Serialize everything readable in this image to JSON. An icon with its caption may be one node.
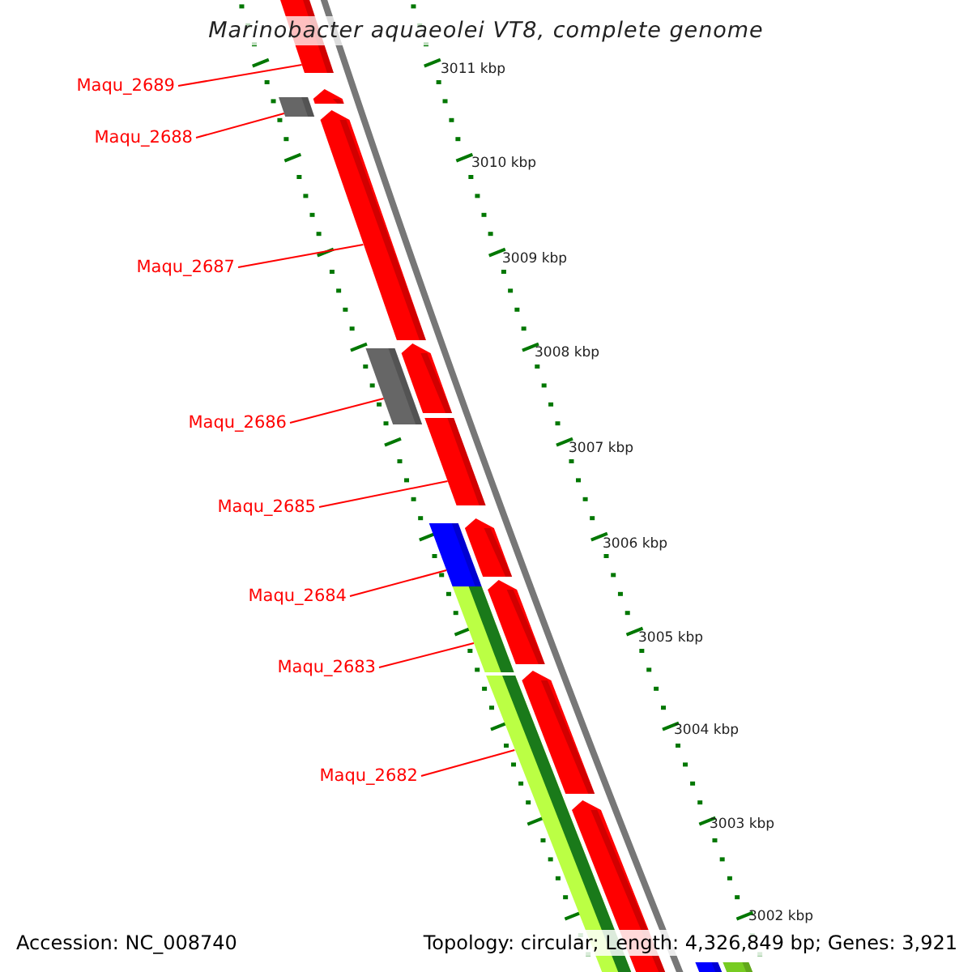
{
  "diagram": {
    "title": "Marinobacter aquaeolei VT8, complete genome",
    "nodes": [
      {
        "text": [
          "Maqu_2689"
        ]
      },
      {
        "text": [
          "Maqu_2688"
        ]
      },
      {
        "text": [
          "Maqu_2687"
        ]
      },
      {
        "text": [
          "Maqu_2686"
        ]
      },
      {
        "text": [
          "Maqu_2685"
        ]
      },
      {
        "text": [
          "Maqu_2684"
        ]
      },
      {
        "text": [
          "Maqu_2683"
        ]
      },
      {
        "text": [
          "Maqu_2682"
        ]
      },
      {
        "text": [],
        "shape": "bar"
      },
      {
        "text": [],
        "shape": "bar"
      },
      {
        "text": [],
        "shape": "bar"
      },
      {
        "text": [],
        "shape": "bar"
      },
      {
        "text": [],
        "shape": "bar"
      },
      {
        "text": [],
        "shape": "bar"
      },
      {
        "text": [],
        "shape": "bar"
      },
      {
        "text": [],
        "shape": "bar"
      }
    ],
    "edges": [
      {
        "from": 0,
        "to": 8,
        "arrow": "none"
      },
      {
        "from": 1,
        "to": 9,
        "arrow": "none"
      },
      {
        "from": 2,
        "to": 10,
        "arrow": "none"
      },
      {
        "from": 3,
        "to": 11,
        "arrow": "none"
      },
      {
        "from": 4,
        "to": 12,
        "arrow": "none"
      },
      {
        "from": 5,
        "to": 13,
        "arrow": "none"
      },
      {
        "from": 6,
        "to": 14,
        "arrow": "none"
      },
      {
        "from": 7,
        "to": 15,
        "arrow": "none"
      }
    ],
    "labels": [
      "3011 kbp",
      "3010 kbp",
      "3009 kbp",
      "3008 kbp",
      "3007 kbp",
      "3006 kbp",
      "3005 kbp",
      "3004 kbp",
      "3003 kbp",
      "3002 kbp",
      "Accession: NC_008740",
      "Topology: circular; Length: 4,326,849 bp; Genes: 3,921"
    ]
  }
}
